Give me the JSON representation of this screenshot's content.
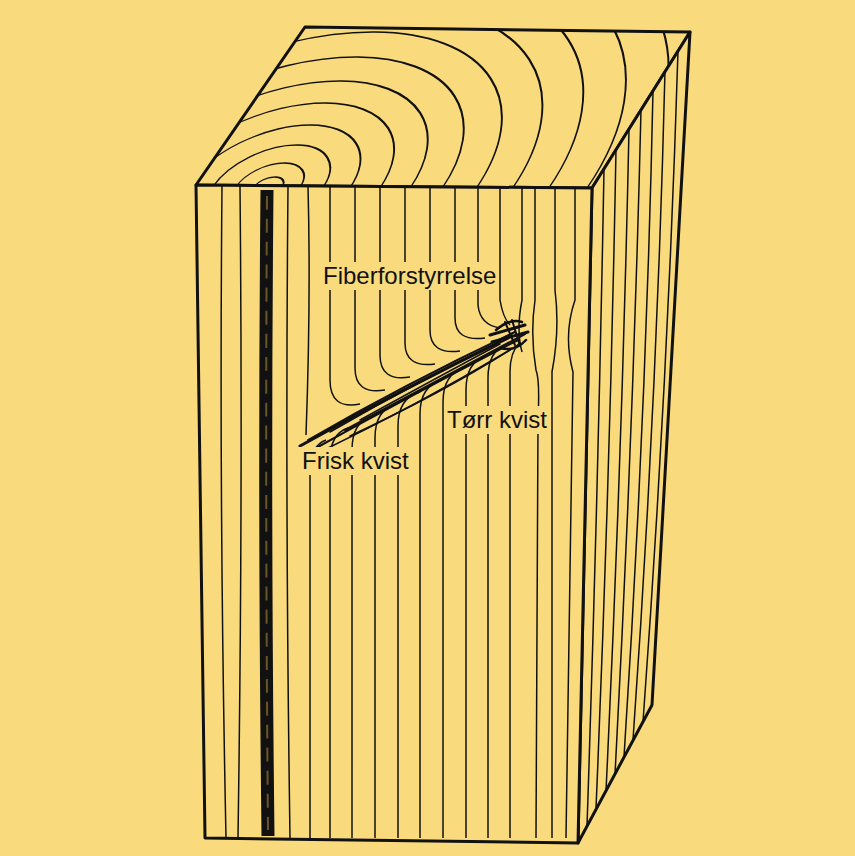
{
  "diagram": {
    "labels": [
      "Fiberforstyrrelse",
      "Tørr kvist",
      "Frisk kvist"
    ]
  }
}
